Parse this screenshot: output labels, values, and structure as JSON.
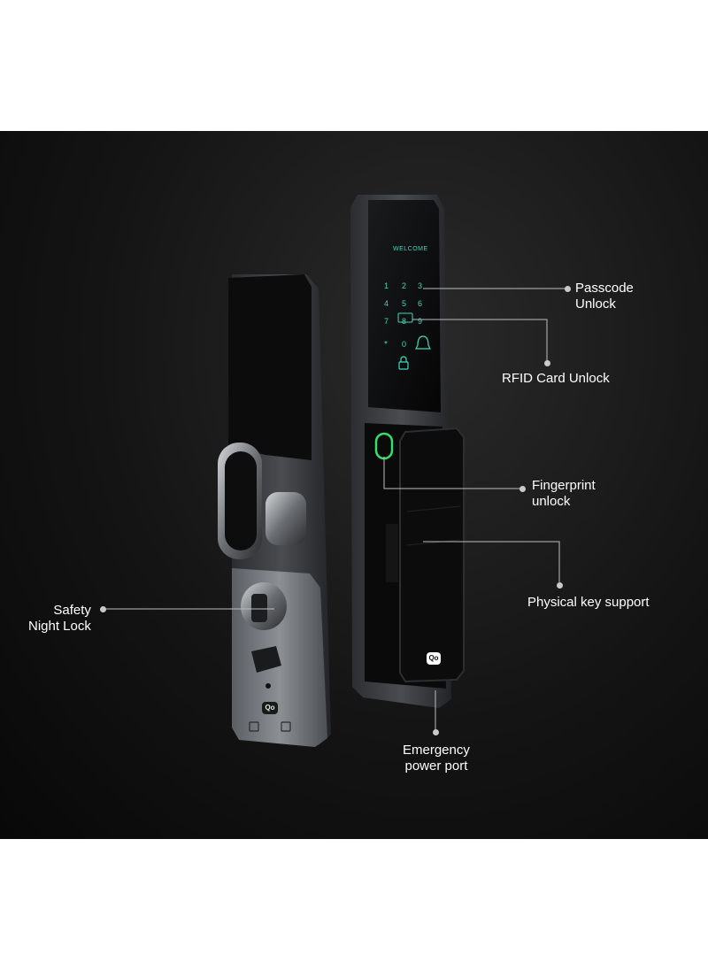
{
  "keypad": {
    "welcome": "WELCOME",
    "keys": [
      "1",
      "2",
      "3",
      "4",
      "5",
      "6",
      "7",
      "8",
      "9",
      "*",
      "0"
    ]
  },
  "callouts": {
    "passcode": "Passcode\nUnlock",
    "rfid": "RFID Card Unlock",
    "fingerprint": "Fingerprint\nunlock",
    "physical_key": "Physical key support",
    "safety": "Safety\nNight Lock",
    "emergency": "Emergency\npower port"
  },
  "brand": {
    "logo": "Qo"
  },
  "colors": {
    "background": "#111111",
    "keypad_glow": "#3fd6b8",
    "fingerprint_ring": "#34e06a",
    "label": "#ffffff",
    "callout_line": "#bdbdbd"
  },
  "icons": [
    "bell-icon",
    "lock-icon",
    "fingerprint-ring-icon",
    "card-reader-icon"
  ]
}
